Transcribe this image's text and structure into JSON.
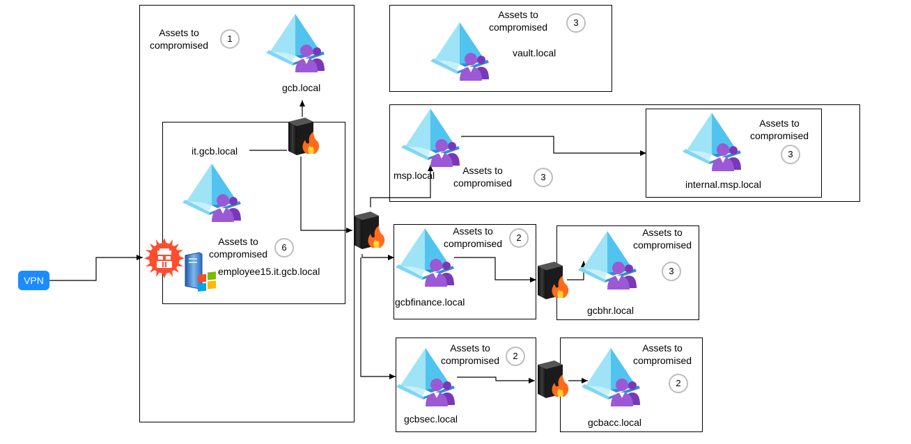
{
  "vpn_label": "VPN",
  "assets_line1": "Assets to",
  "assets_line2": "compromised",
  "domains": {
    "gcb": "gcb.local",
    "it_gcb": "it.gcb.local",
    "employee15": "employee15.it.gcb.local",
    "vault": "vault.local",
    "msp": "msp.local",
    "internal_msp": "internal.msp.local",
    "gcbfinance": "gcbfinance.local",
    "gcbhr": "gcbhr.local",
    "gcbsec": "gcbsec.local",
    "gcbacc": "gcbacc.local"
  },
  "counts": {
    "gcb": "1",
    "vault": "3",
    "msp": "3",
    "internal_msp": "3",
    "it_gcb": "6",
    "gcbfinance": "2",
    "gcbhr": "3",
    "gcbsec": "2",
    "gcbacc": "2"
  },
  "colors": {
    "pyramid_light": "#9fe3f7",
    "pyramid_mid": "#50c4ef",
    "pyramid_dark": "#2f8fd0",
    "user_purple": "#9c59d6",
    "user_dark": "#7a38b8",
    "vpn_blue": "#1a8cff",
    "firewall_flame": "#ff6b1a",
    "compromise_red": "#ff4d2e"
  },
  "icons": {
    "domain": "azure-ad-domain-icon",
    "firewall": "firewall-icon",
    "attacker": "red-team-compromise-icon",
    "workstation": "windows-server-icon"
  }
}
